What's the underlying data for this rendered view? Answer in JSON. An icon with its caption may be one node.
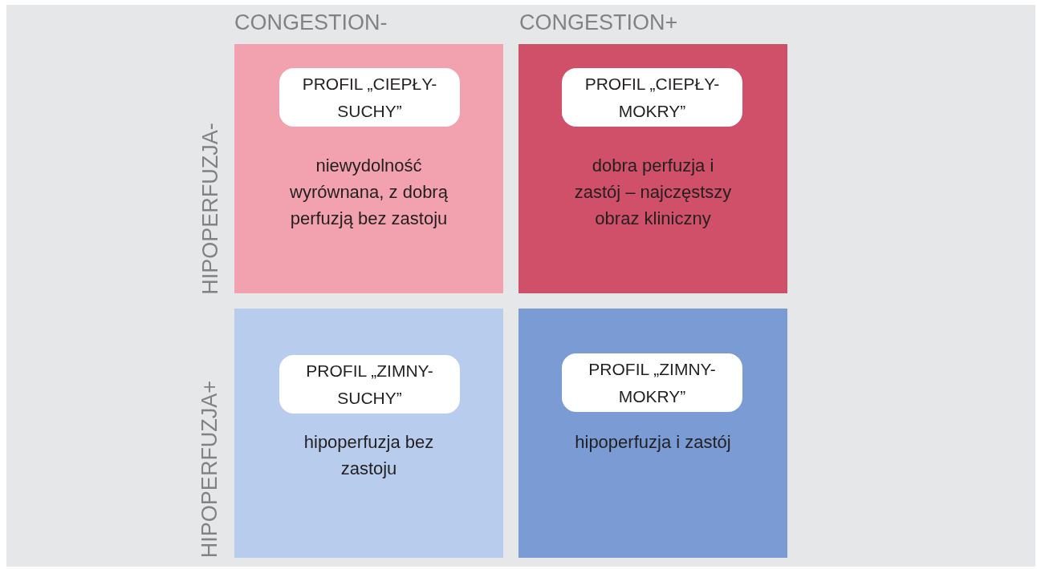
{
  "diagram": {
    "nodes": [
      {
        "text": [
          "niewydolność wyrównana, z dobrą perfuzją bez zastoju"
        ]
      },
      {
        "text": [
          "PROFIL „CIEPŁY-SUCHY”"
        ],
        "in": 0
      },
      {
        "text": [
          "dobra perfuzja i zastój – najczęstszy obraz kliniczny"
        ]
      },
      {
        "text": [
          "PROFIL „CIEPŁY-MOKRY”"
        ],
        "in": 2
      },
      {
        "text": [
          "hipoperfuzja bez zastoju"
        ]
      },
      {
        "text": [
          "PROFIL „ZIMNY-SUCHY”"
        ],
        "in": 4
      },
      {
        "text": [
          "hipoperfuzja i zastój"
        ]
      },
      {
        "text": [
          "PROFIL „ZIMNY-MOKRY”"
        ],
        "in": 6
      }
    ],
    "edges": [],
    "labels": [
      "CONGESTION-",
      "CONGESTION+",
      "HIPOPERFUZJA-",
      "HIPOPERFUZJA+"
    ]
  }
}
